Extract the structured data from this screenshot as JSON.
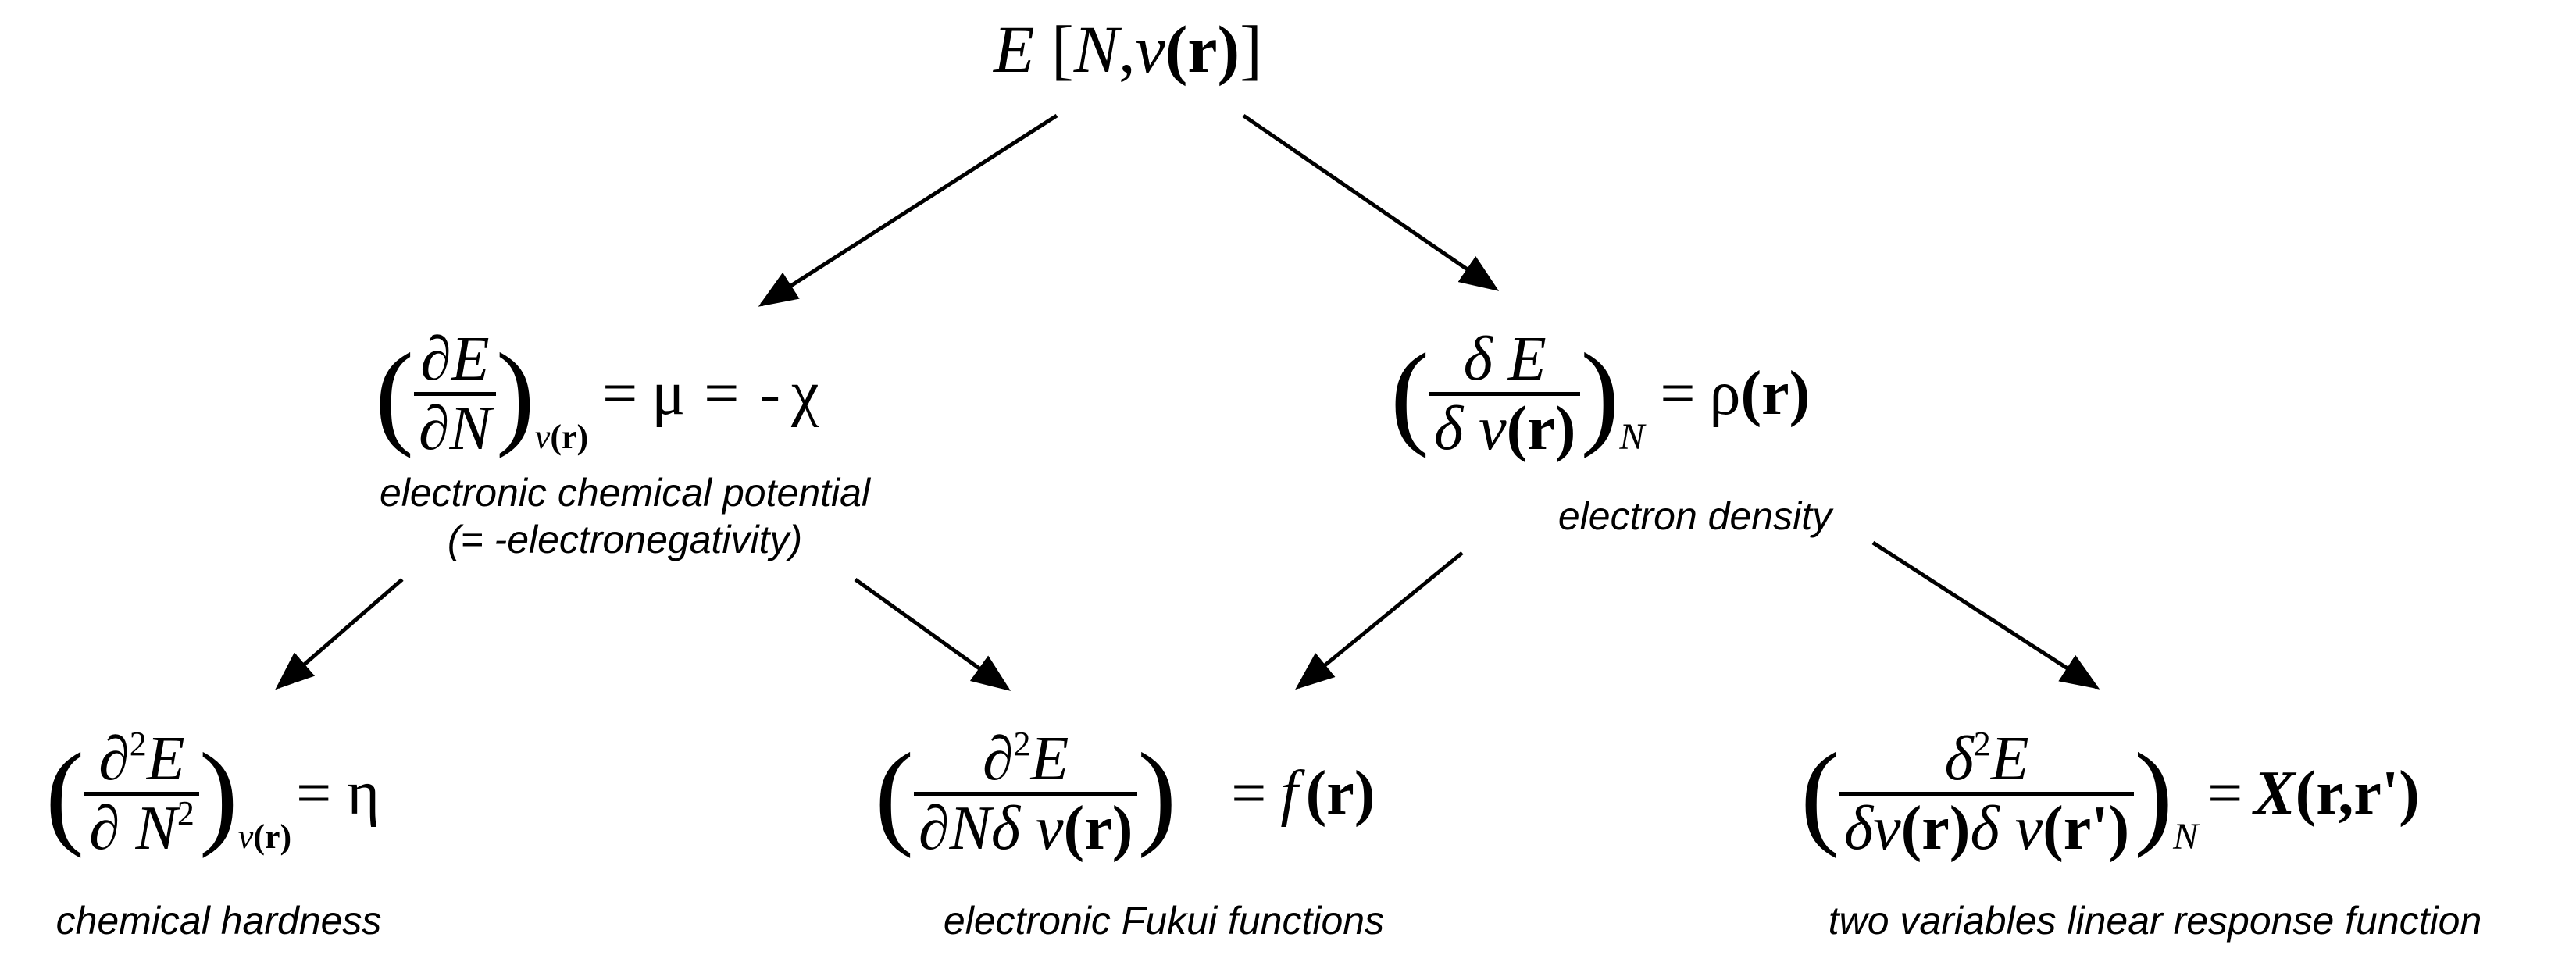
{
  "root": {
    "func": "E",
    "open": "[",
    "arg1": "N",
    "comma": ",",
    "v": "v",
    "lp": "(",
    "r": "r",
    "rp": ")",
    "close": "]"
  },
  "mu_node": {
    "num_op": "∂",
    "num_var": "E",
    "den_op": "∂",
    "den_var": "N",
    "sub_v": "v",
    "sub_r": "(r)",
    "eq1": "=",
    "mu": "μ",
    "eq2": "=",
    "minus": "-",
    "chi": "χ",
    "caption_line1": "electronic chemical potential",
    "caption_line2": "(= -electronegativity)"
  },
  "rho_node": {
    "num_op": "δ",
    "num_var": "E",
    "den_op": "δ",
    "den_v": "v",
    "den_r": "(r)",
    "sub": "N",
    "eq": "=",
    "rho": "ρ",
    "lp": "(",
    "r": "r",
    "rp": ")",
    "caption": "electron density"
  },
  "eta_node": {
    "num_op": "∂",
    "num_exp": "2",
    "num_var": "E",
    "den_op": "∂",
    "den_var": "N",
    "den_exp": "2",
    "sub_v": "v",
    "sub_r": "(r)",
    "eq": "=",
    "eta": "η",
    "caption": "chemical hardness"
  },
  "fukui_node": {
    "num_op": "∂",
    "num_exp": "2",
    "num_var": "E",
    "den_op1": "∂",
    "den_var1": "N",
    "den_op2": "δ",
    "den_v": "v",
    "den_r": "(r)",
    "eq": "=",
    "f": "f",
    "lp": "(",
    "r": "r",
    "rp": ")",
    "caption": "electronic Fukui functions"
  },
  "chi_node": {
    "num_op": "δ",
    "num_exp": "2",
    "num_var": "E",
    "den_op1": "δ",
    "den_v1": "v",
    "den_r1": "(r)",
    "den_op2": "δ",
    "den_v2": "v",
    "den_r2": "(r')",
    "sub": "N",
    "eq": "=",
    "X": "X",
    "args": "(r,r')",
    "caption": "two variables linear response function"
  }
}
